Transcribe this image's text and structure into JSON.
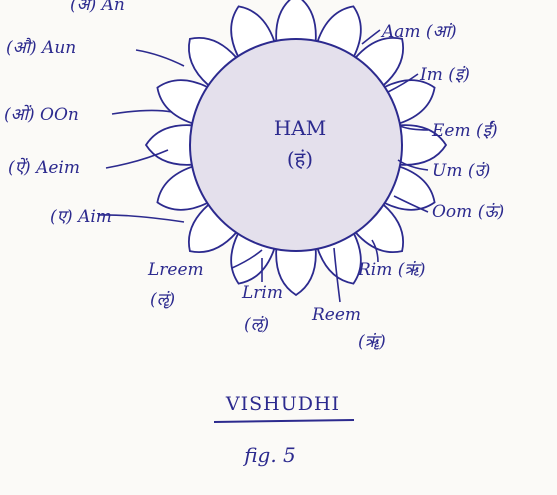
{
  "diagram": {
    "center": {
      "line1": "HAM",
      "line2": "(हं)"
    },
    "petals": [
      {
        "text": "(अं) An"
      },
      {
        "text": "(औ) Aun"
      },
      {
        "text": "(ओं) OOn"
      },
      {
        "text": "(ऐं) Aeim"
      },
      {
        "text": "(ए) Aim"
      },
      {
        "text": "Lreem"
      },
      {
        "text": "(ॡं)"
      },
      {
        "text": "Lrim"
      },
      {
        "text": "(ऌं)"
      },
      {
        "text": "Reem"
      },
      {
        "text": "(ॠं)"
      },
      {
        "text": "Rim (ऋं)"
      },
      {
        "text": "Oom (ऊं)"
      },
      {
        "text": "Um (उं)"
      },
      {
        "text": "Eem (ईं)"
      },
      {
        "text": "Im (इं)"
      },
      {
        "text": "Aam (आं)"
      }
    ],
    "title": "VISHUDHI",
    "figure_label": "fig. 5"
  },
  "colors": {
    "ink": "#2c2a8e",
    "circle_fill": "#e4e0ec",
    "petal_fill": "#ffffff",
    "paper": "#fbfaf7"
  }
}
